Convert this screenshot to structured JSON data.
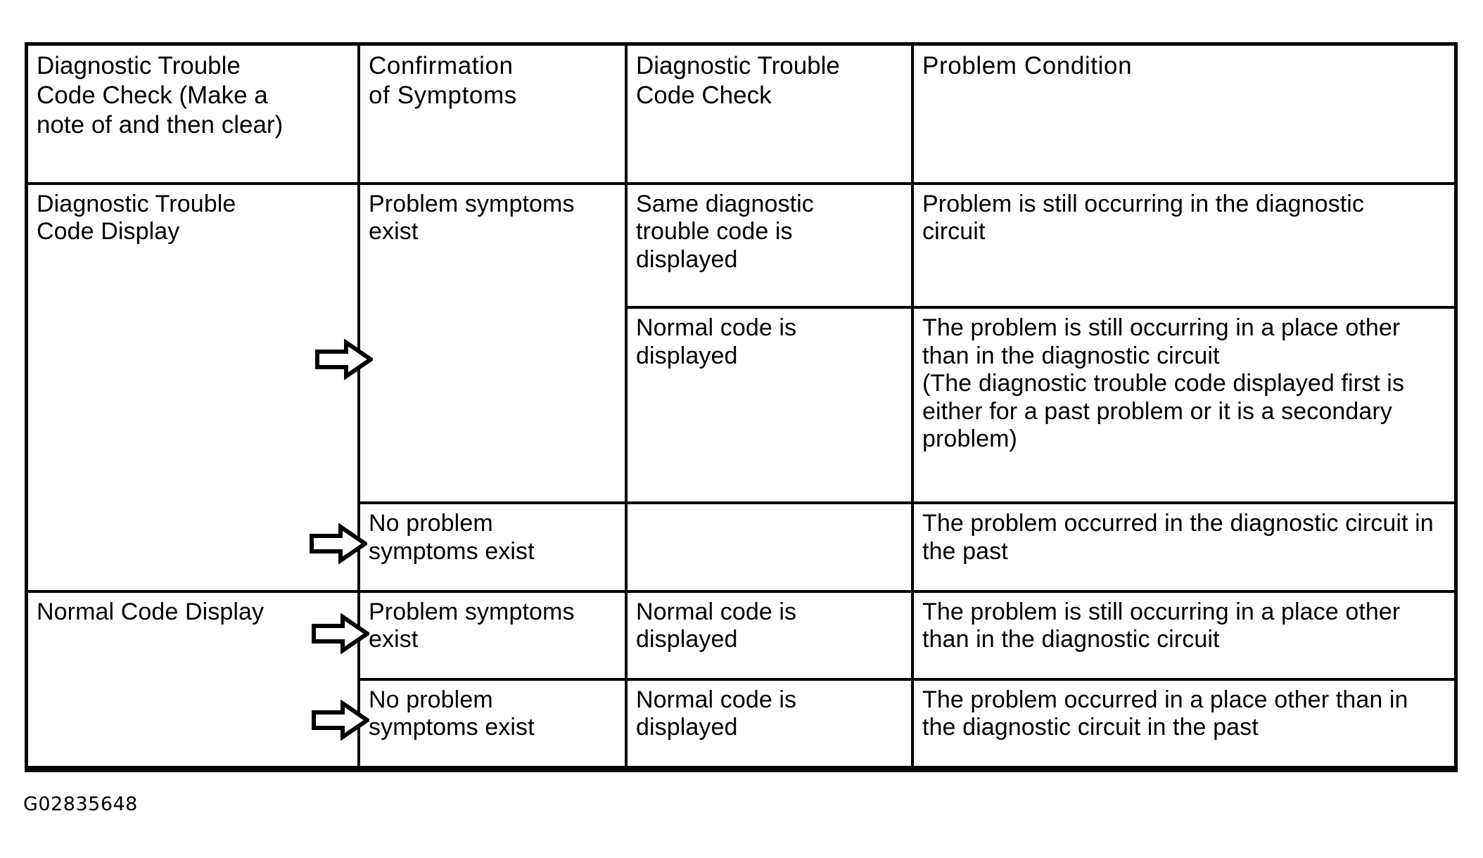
{
  "figure": {
    "caption": "G02835648"
  },
  "table": {
    "headers": [
      "Diagnostic Trouble Code Check (Make a note of and then clear)",
      "Confirmation of Symptoms",
      "Diagnostic Trouble Code Check",
      "Problem Condition"
    ],
    "header_lines": {
      "col1": [
        "Diagnostic Trouble",
        "Code Check (Make a",
        "note of and then clear)"
      ],
      "col2": [
        "Confirmation",
        "of Symptoms"
      ],
      "col3": [
        "Diagnostic Trouble",
        "Code Check"
      ],
      "col4": [
        "Problem Condition"
      ]
    },
    "rows": [
      {
        "dtc_check": "Diagnostic Trouble Code Display",
        "confirmation": "Problem symptoms exist",
        "second_check": "Same diagnostic trouble code is displayed",
        "problem_condition": "Problem is still occurring in the diagnostic circuit"
      },
      {
        "dtc_check": "",
        "confirmation": "",
        "second_check": "Normal code is displayed",
        "problem_condition": "The problem is still occurring in a place other than in the diagnostic circuit (The diagnostic trouble code displayed first is either for a past problem or it is a secondary problem)"
      },
      {
        "dtc_check": "",
        "confirmation": "No problem symptoms exist",
        "second_check": "",
        "problem_condition": "The problem occurred in the diagnostic circuit in the past"
      },
      {
        "dtc_check": "Normal Code Display",
        "confirmation": "Problem symptoms exist",
        "second_check": "Normal code is displayed",
        "problem_condition": "The problem is still occurring in a place other than in the diagnostic circuit"
      },
      {
        "dtc_check": "",
        "confirmation": "No problem symptoms exist",
        "second_check": "Normal code is displayed",
        "problem_condition": "The problem occurred in a place other than in the diagnostic circuit in the past"
      }
    ],
    "cell_lines": {
      "r1c1": [
        "Diagnostic Trouble",
        "Code Display"
      ],
      "r1c2": [
        "Problem symptoms",
        "exist"
      ],
      "r1c3": [
        "Same  diagnostic",
        "trouble  code  is",
        "displayed"
      ],
      "r1c4": [
        "Problem is still occurring in the diagnostic",
        "circuit"
      ],
      "r2c3": [
        "Normal code is",
        "displayed"
      ],
      "r2c4": [
        "The problem is still occurring in a place other than in the diagnostic circuit",
        "(The diagnostic trouble code displayed first is either for a past problem or it is a secondary problem)"
      ],
      "r3c2": [
        "No problem",
        "symptoms exist"
      ],
      "r3c4": [
        "The problem occurred in the diagnostic circuit in the past"
      ],
      "r4c1": [
        "Normal Code Display"
      ],
      "r4c2": [
        "Problem symptoms",
        "exist"
      ],
      "r4c3": [
        "Normal code is",
        "displayed"
      ],
      "r4c4": [
        "The problem is still occurring in a place other than in the diagnostic circuit"
      ],
      "r5c2": [
        "No problem",
        "symptoms exist"
      ],
      "r5c3": [
        "Normal code is",
        "displayed"
      ],
      "r5c4": [
        "The problem occurred in a place other than in the diagnostic circuit in the past"
      ]
    }
  },
  "arrows": {
    "label": "flow-arrow",
    "count": 4,
    "color": "#000000"
  },
  "colors": {
    "border": "#000000",
    "text": "#000000",
    "background": "#ffffff"
  }
}
